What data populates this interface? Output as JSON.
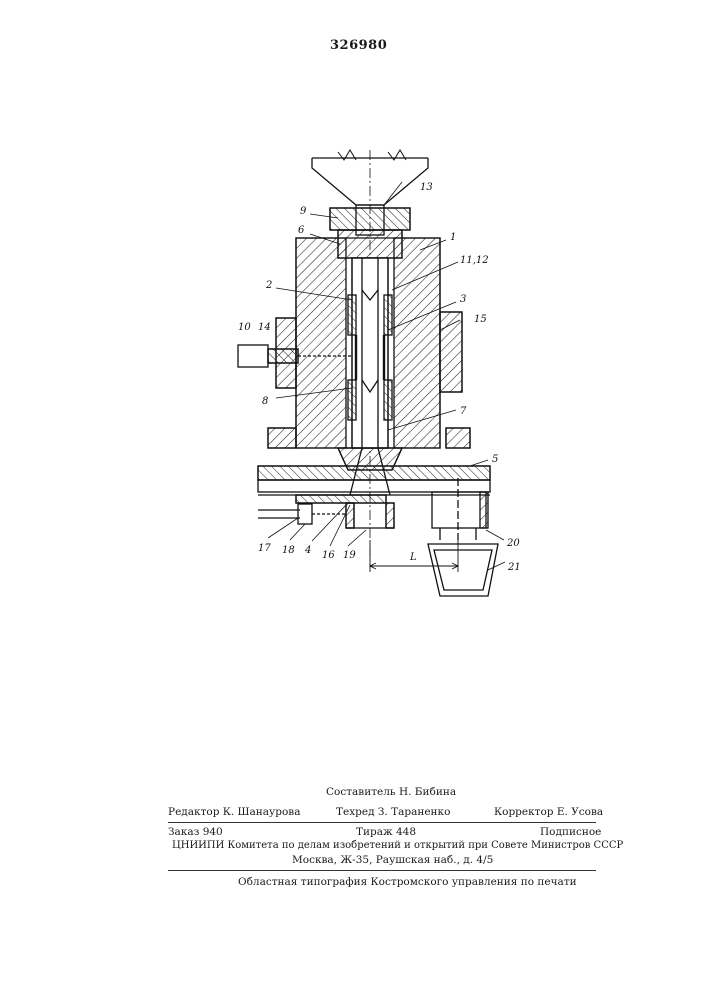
{
  "patent_number": "326980",
  "labels": {
    "l1": "1",
    "l2": "2",
    "l3": "3",
    "l4": "4",
    "l5": "5",
    "l6": "6",
    "l7": "7",
    "l8": "8",
    "l9": "9",
    "l10": "10",
    "l14": "14",
    "l11_12": "11,12",
    "l13": "13",
    "l15": "15",
    "l16": "16",
    "l17": "17",
    "l18": "18",
    "l19": "19",
    "l20": "20",
    "l21": "21",
    "lL": "L"
  },
  "imprint": {
    "compiler": "Составитель Н. Бибина",
    "editor": "Редактор К. Шанаурова",
    "techred": "Техред З. Тараненко",
    "corrector": "Корректор Е. Усова",
    "order": "Заказ 940",
    "print_run": "Тираж 448",
    "subscription": "Подписное",
    "institute_line1": "ЦНИИПИ Комитета по делам изобретений и открытий при Совете Министров СССР",
    "institute_line2": "Москва, Ж-35, Раушская наб., д. 4/5",
    "printer": "Областная типография Костромского управления по печати"
  }
}
